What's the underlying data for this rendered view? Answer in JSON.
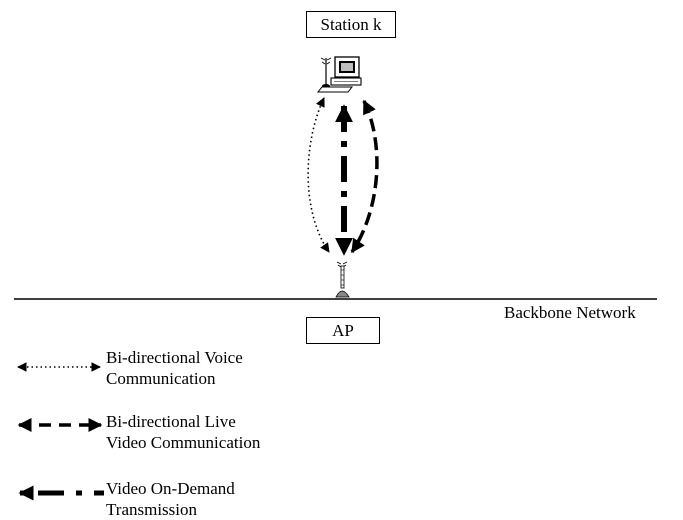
{
  "nodes": {
    "station": "Station k",
    "ap": "AP",
    "backbone": "Backbone Network"
  },
  "legend": [
    {
      "id": "voice",
      "style": "dotted",
      "line1": "Bi-directional Voice",
      "line2": "Communication"
    },
    {
      "id": "live_video",
      "style": "dashed",
      "line1": "Bi-directional Live",
      "line2": "Video Communication"
    },
    {
      "id": "vod",
      "style": "dash-dot",
      "line1": "Video On-Demand",
      "line2": "Transmission"
    }
  ],
  "icons": {
    "station": "computer-with-antenna-icon",
    "ap": "antenna-icon"
  },
  "colors": {
    "stroke": "#000000",
    "background": "#ffffff"
  }
}
